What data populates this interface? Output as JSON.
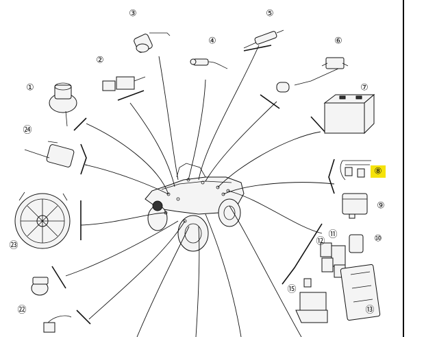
{
  "callouts": [
    {
      "id": "1",
      "label": "①"
    },
    {
      "id": "2",
      "label": "②"
    },
    {
      "id": "3",
      "label": "③"
    },
    {
      "id": "4",
      "label": "④"
    },
    {
      "id": "5",
      "label": "⑤"
    },
    {
      "id": "6",
      "label": "⑥"
    },
    {
      "id": "7",
      "label": "⑦"
    },
    {
      "id": "8",
      "label": "⑧"
    },
    {
      "id": "9",
      "label": "⑨"
    },
    {
      "id": "10",
      "label": "⑩"
    },
    {
      "id": "11",
      "label": "⑪"
    },
    {
      "id": "12",
      "label": "⑫"
    },
    {
      "id": "13",
      "label": "⑬"
    },
    {
      "id": "15",
      "label": "⑮"
    },
    {
      "id": "22",
      "label": "㉒"
    },
    {
      "id": "23",
      "label": "㉓"
    },
    {
      "id": "24",
      "label": "㉔"
    }
  ],
  "highlight": {
    "callout": "8",
    "color": "#f5e20a"
  },
  "colors": {
    "line": "#111111",
    "background": "#ffffff"
  }
}
